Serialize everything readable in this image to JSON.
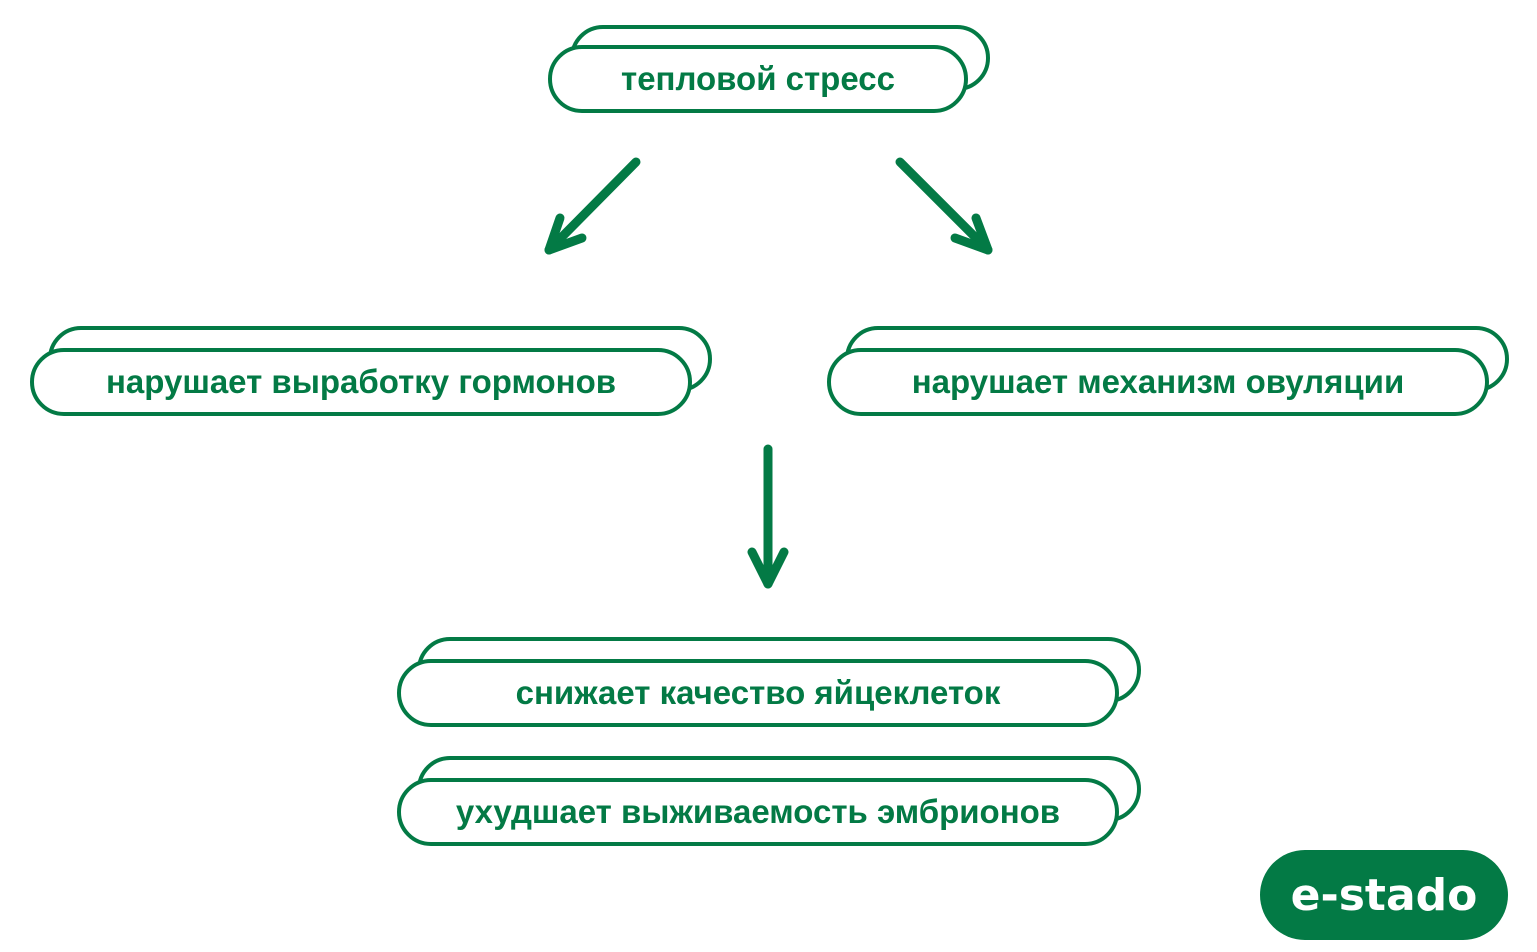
{
  "diagram": {
    "root": {
      "label": "тепловой стресс"
    },
    "level2": [
      {
        "label": "нарушает выработку гормонов"
      },
      {
        "label": "нарушает механизм овуляции"
      }
    ],
    "outcomes": [
      {
        "label": "снижает качество яйцеклеток"
      },
      {
        "label": "ухудшает выживаемость эмбрионов"
      }
    ],
    "edges": [
      {
        "from": "тепловой стресс",
        "to": "нарушает выработку гормонов"
      },
      {
        "from": "тепловой стресс",
        "to": "нарушает механизм овуляции"
      },
      {
        "from": "level2",
        "to": "outcomes"
      }
    ]
  },
  "brand": {
    "logo_text": "e-stado"
  },
  "colors": {
    "accent": "#037a45",
    "background": "#ffffff"
  }
}
